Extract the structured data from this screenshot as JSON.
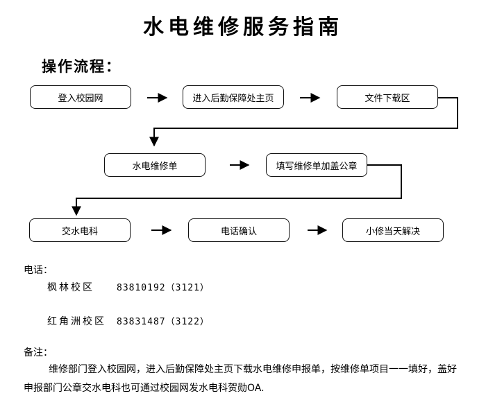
{
  "title": "水电维修服务指南",
  "section_heading": "操作流程：",
  "steps": [
    "登入校园网",
    "进入后勤保障处主页",
    "文件下载区",
    "水电维修单",
    "填写维修单加盖公章",
    "交水电科",
    "电话确认",
    "小修当天解决"
  ],
  "contact": {
    "label": "电话：",
    "entries": [
      {
        "campus": "枫林校区",
        "phone": "83810192（3121）"
      },
      {
        "campus": "红角洲校区",
        "phone": "83831487（3122）"
      }
    ]
  },
  "note": {
    "label": "备注：",
    "text": "维修部门登入校园网，进入后勤保障处主页下载水电维修申报单，按维修单项目一一填好，盖好申报部门公章交水电科也可通过校园网发水电科贺勋OA."
  }
}
